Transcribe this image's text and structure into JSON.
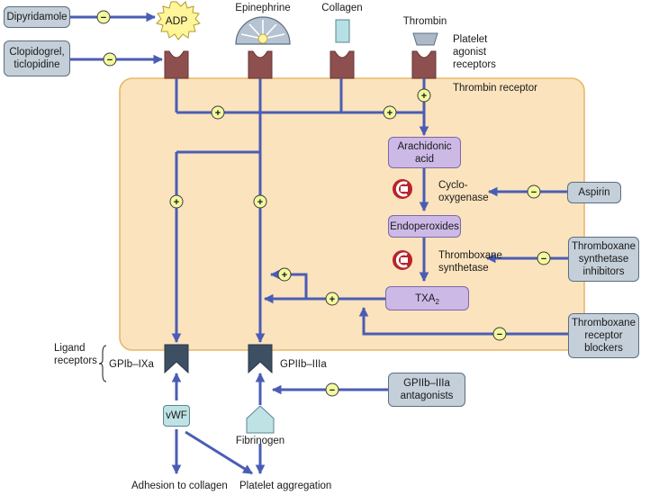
{
  "drugs": {
    "dipyridamole": "Dipyridamole",
    "clopidogrel": "Clopidogrel,\nticlopidine",
    "aspirin": "Aspirin",
    "thromboxane_synthetase_inhibitors": "Thromboxane\nsynthetase\ninhibitors",
    "thromboxane_receptor_blockers": "Thromboxane\nreceptor\nblockers",
    "gpiib_antagonists": "GPIIb–IIIa\nantagonists"
  },
  "agonists": {
    "adp": "ADP",
    "epinephrine": "Epinephrine",
    "collagen": "Collagen",
    "thrombin": "Thrombin"
  },
  "labels": {
    "platelet_agonist_receptors": "Platelet\nagonist\nreceptors",
    "thrombin_receptor": "Thrombin receptor",
    "cyclooxygenase": "Cyclo-\noxygenase",
    "thromboxane_synthetase": "Thromboxane\nsynthetase",
    "ligand_receptors": "Ligand\nreceptors",
    "gpib_ixa": "GPIb–IXa",
    "gpiib_iiia": "GPIIb–IIIa",
    "vwf": "vWF",
    "fibrinogen": "Fibrinogen",
    "adhesion": "Adhesion to collagen",
    "aggregation": "Platelet aggregation"
  },
  "metabolites": {
    "arachidonic_acid": "Arachidonic\nacid",
    "endoperoxides": "Endoperoxides",
    "txa": "TXA",
    "txa_sub": "2"
  },
  "signs": {
    "plus": "+",
    "minus": "−"
  },
  "colors": {
    "cell": "#fbe3bd",
    "cell_border": "#e9b76a",
    "arrow": "#4a5db5",
    "drug_box": "#c4cfd9",
    "metabolite_box": "#cdb9e6",
    "receptor": "#8e4f4f",
    "ligand_receptor": "#3c4f63",
    "sign_circle": "#f3f9a0",
    "inhibited_enzyme": "#b8242a"
  }
}
